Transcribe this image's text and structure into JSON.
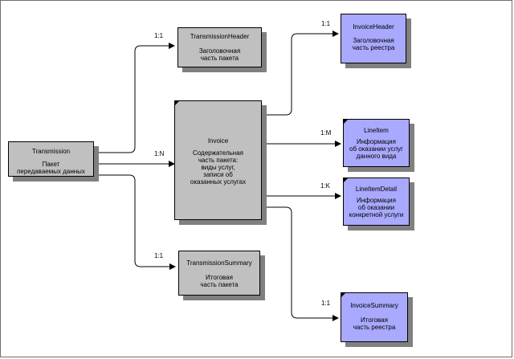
{
  "entities": {
    "transmission": {
      "title": "Transmission",
      "desc": "Пакет\nпередаваемых данных"
    },
    "transmission_header": {
      "title": "TransmissionHeader",
      "desc": "Заголовочная\nчасть пакета"
    },
    "invoice": {
      "title": "Invoice",
      "desc": "Содержательная\nчасть пакета:\nвиды услуг,\nзаписи об\nоказанных услугах"
    },
    "transmission_summary": {
      "title": "TransmissionSummary",
      "desc": "Итоговая\nчасть пакета"
    },
    "invoice_header": {
      "title": "InvoiceHeader",
      "desc": "Заголовочная\nчасть реестра"
    },
    "line_item": {
      "title": "LineItem",
      "desc": "Информация\nоб оказании услуг\nданного вида"
    },
    "line_item_detail": {
      "title": "LineItemDetail",
      "desc": "Информация\nоб оказании\nконкретной услуги"
    },
    "invoice_summary": {
      "title": "InvoiceSummary",
      "desc": "Итоговая\nчасть реестра"
    }
  },
  "cardinalities": {
    "transmission_header": "1:1",
    "invoice": "1:N",
    "transmission_summary": "1:1",
    "invoice_header": "1:1",
    "line_item": "1:M",
    "line_item_detail": "1:K",
    "invoice_summary": "1:1"
  },
  "colors": {
    "gray_entity": "#c0c0c0",
    "blue_entity": "#a9a9fe",
    "shadow": "#808080"
  }
}
